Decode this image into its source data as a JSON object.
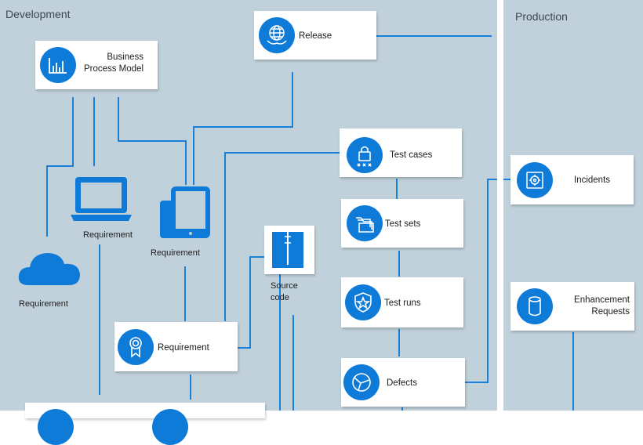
{
  "lanes": {
    "development": "Development",
    "production": "Production"
  },
  "nodes": {
    "business_process_model": "Business\nProcess Model",
    "release": "Release",
    "test_cases": "Test cases",
    "test_sets": "Test sets",
    "test_runs": "Test runs",
    "defects": "Defects",
    "incidents": "Incidents",
    "enhancement_requests": "Enhancement\nRequests",
    "requirement_cloud": "Requirement",
    "requirement_laptop": "Requirement",
    "requirement_tablet": "Requirement",
    "requirement_badge": "Requirement",
    "source_code": "Source\ncode"
  },
  "colors": {
    "lane_background": "#c1d1db",
    "accent": "#0f7bd9",
    "divider": "#ffffff"
  },
  "icons": {
    "business_process_model": "bar-chart-icon",
    "release": "globe-hand-icon",
    "test_cases": "lock-icon",
    "test_sets": "folders-icon",
    "test_runs": "shield-star-icon",
    "defects": "broken-circle-icon",
    "incidents": "safe-icon",
    "enhancement_requests": "cylinder-icon",
    "requirement_badge": "ribbon-badge-icon",
    "requirement_cloud": "cloud-icon",
    "requirement_laptop": "laptop-icon",
    "requirement_tablet": "tablet-icon",
    "source_code": "book-icon"
  }
}
